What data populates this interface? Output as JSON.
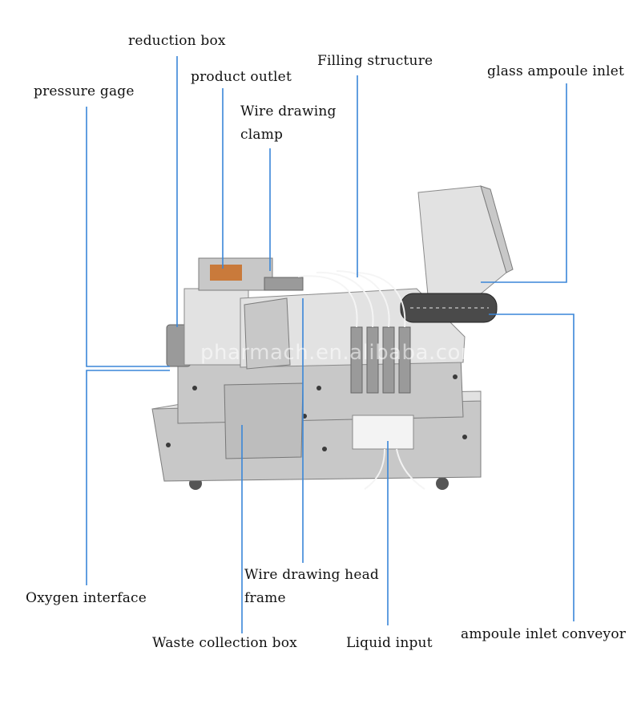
{
  "labels": {
    "reduction_box": "reduction box",
    "product_outlet": "product outlet",
    "filling_structure": "Filling structure",
    "glass_ampoule_inlet": "glass ampoule inlet",
    "pressure_gage": "pressure gage",
    "wire_drawing_clamp": "Wire drawing clamp",
    "oxygen_interface": "Oxygen interface",
    "wire_drawing_head_frame": "Wire drawing head frame",
    "waste_collection_box": "Waste collection box",
    "liquid_input": "Liquid input",
    "ampoule_inlet_conveyor": "ampoule inlet conveyor"
  },
  "watermark": "pharmach.en.alibaba.com",
  "colors": {
    "leader_line": "#3a86d8",
    "machine_steel": "#c8c8c8"
  }
}
